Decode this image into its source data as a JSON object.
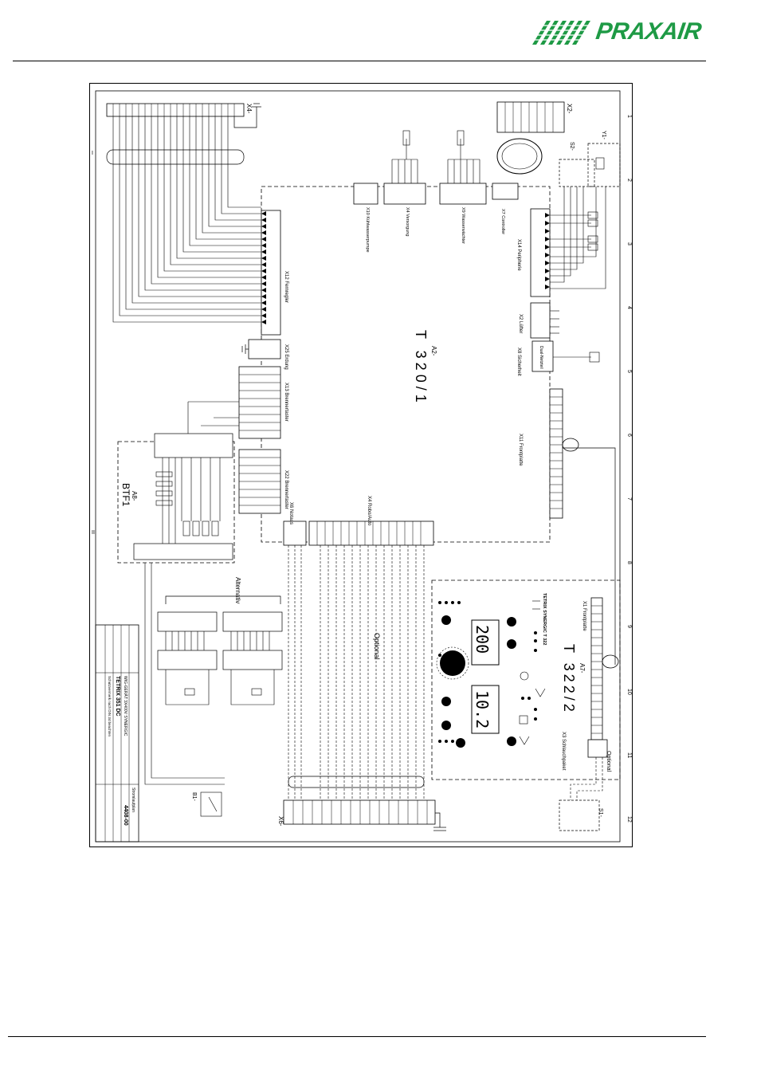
{
  "header": {
    "brand": "PRAXAIR",
    "brand_color": "#1e9a45"
  },
  "diagram": {
    "main_board": {
      "ref": "A2-",
      "name": "T 320/1"
    },
    "control_board": {
      "ref": "A7-",
      "name": "T 322/2",
      "display_left": "200",
      "display_right": "10.2",
      "panel_title": "TETRIX SYNERGIC  T 322"
    },
    "filter_board": {
      "ref": "A8-",
      "name": "BTF1"
    },
    "connectors": {
      "x12": "X12 Fernregler",
      "x25": "X25 Erdung",
      "x13": "X13 Brennertaster",
      "x22": "X22 Brennertaster",
      "x6": "X6 Notaus",
      "x4r": "X4 Robo/Auto",
      "x14": "X14 Peripherie",
      "x2": "X2 Lüfter",
      "x8": "X8 Sicherheit",
      "x11": "X11 Frontplatte",
      "x10": "X10 Kühlwasserpumpe",
      "x4v": "X4 Versorgung",
      "x9": "X9 Wasserwächter",
      "x7": "X7 Controller",
      "x1": "X1 Frontplatte",
      "x3": "X3 Schlauchpaket"
    },
    "side_labels": {
      "x4_top": "X4-",
      "x2_top": "X2-",
      "x6_bottom": "X6-",
      "s2": "S2-",
      "y1": "Y1-",
      "s1": "S1-",
      "b1": "B1-"
    },
    "notes": {
      "optional_center": "Optional",
      "optional_right": "Optional",
      "alternative": "Alternativ",
      "dual": "Dual-Netzteil"
    },
    "title_block": {
      "product": "TETRIX 351 DC",
      "subtitle": "WIG-GERÄT 3X400V SYNERGIC",
      "drawing_no": "4408-00",
      "doc_type": "Stromlaufplan",
      "notice": "Schutzvermerk nach DIN 34 beachten"
    },
    "column_numbers": [
      "1",
      "2",
      "3",
      "4",
      "5",
      "6",
      "7",
      "8",
      "9",
      "10",
      "11",
      "12"
    ],
    "row_letters": [
      "I",
      "II"
    ]
  }
}
